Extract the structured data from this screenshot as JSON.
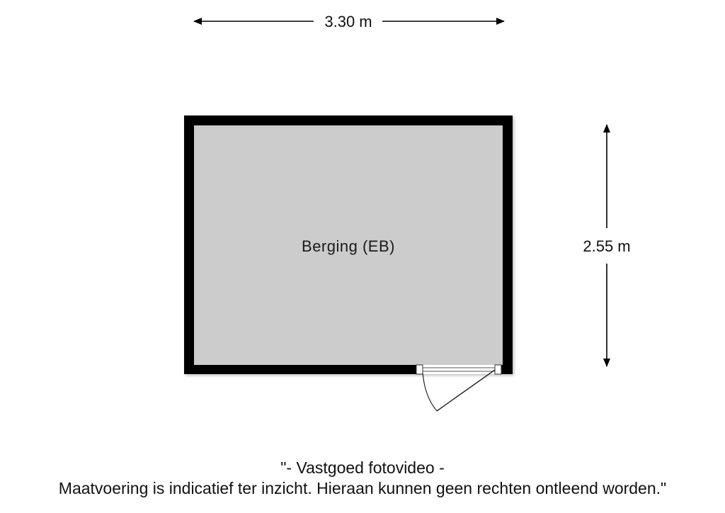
{
  "dimensions": {
    "width_label": "3.30 m",
    "height_label": "2.55 m"
  },
  "room": {
    "name": "Berging (EB)"
  },
  "footer": {
    "line1": "\"- Vastgoed fotovideo -",
    "line2": "Maatvoering is indicatief ter inzicht. Hieraan kunnen geen rechten ontleend worden.\""
  },
  "colors": {
    "wall": "#000000",
    "floor": "#cccccc",
    "door_line": "#222222"
  }
}
